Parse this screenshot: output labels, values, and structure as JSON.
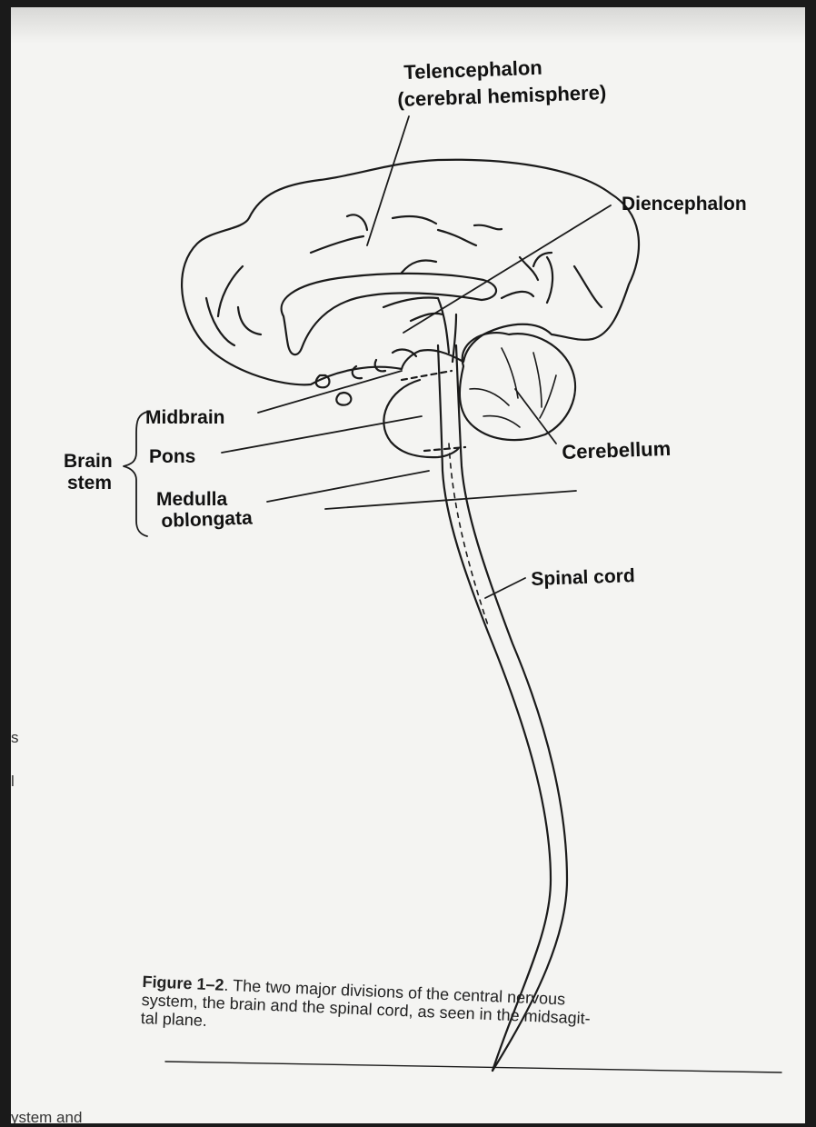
{
  "labels": {
    "telencephalon": "Telencephalon",
    "cerebral_hemisphere": "(cerebral hemisphere)",
    "diencephalon": "Diencephalon",
    "midbrain": "Midbrain",
    "pons": "Pons",
    "medulla_line1": "Medulla",
    "medulla_line2": "oblongata",
    "brain_stem_line1": "Brain",
    "brain_stem_line2": "stem",
    "cerebellum": "Cerebellum",
    "spinal_cord": "Spinal cord"
  },
  "caption": {
    "figure_number": "Figure 1–2",
    "line1": ". The two major divisions of the central nervous",
    "line2": "system, the brain and the spinal cord, as seen in the midsagit-",
    "line3": "tal plane."
  },
  "page_fragments": {
    "bottom_left": "ystem and",
    "left_edge_1": "s",
    "left_edge_2": "l"
  }
}
